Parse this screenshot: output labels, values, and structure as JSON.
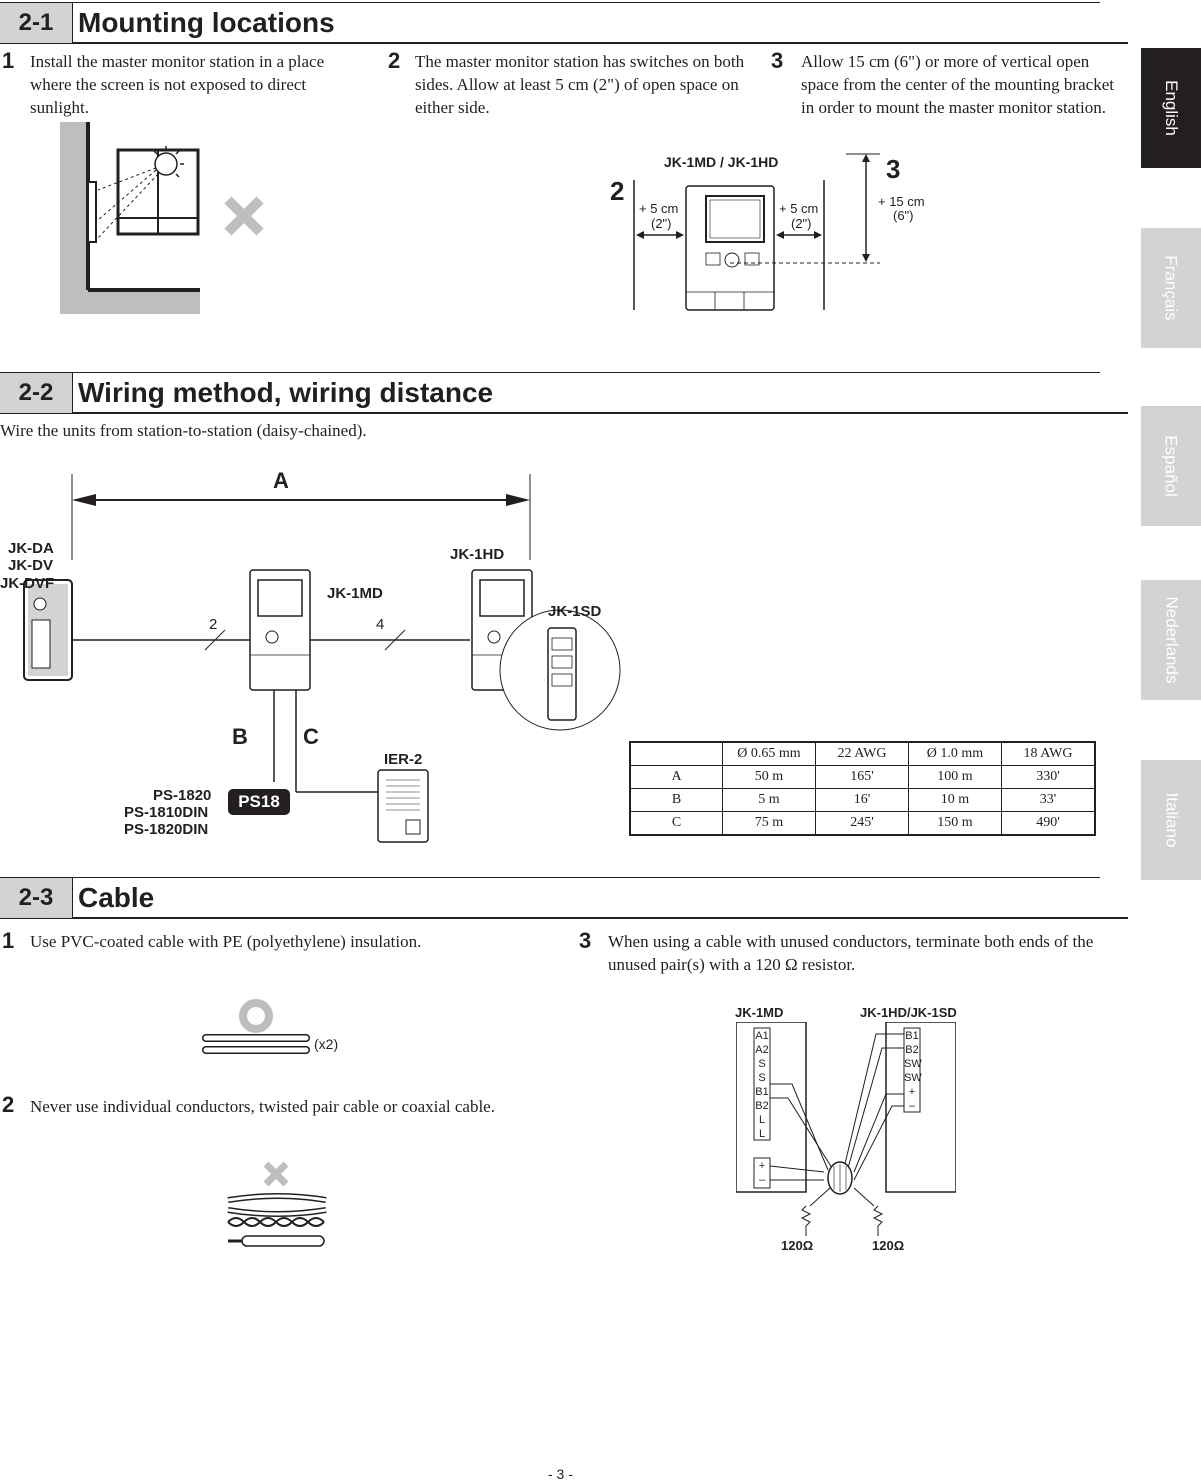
{
  "sections": {
    "s1": {
      "num": "2-1",
      "title": "Mounting locations"
    },
    "s2": {
      "num": "2-2",
      "title": "Wiring method, wiring distance"
    },
    "s3": {
      "num": "2-3",
      "title": "Cable"
    }
  },
  "mounting": {
    "step1": {
      "num": "1",
      "text": "Install the master monitor station in a place where the screen is not exposed to direct sunlight."
    },
    "step2": {
      "num": "2",
      "text": "The master monitor station has switches on both sides. Allow at least 5 cm (2\") of open space on either side."
    },
    "step3": {
      "num": "3",
      "text": "Allow 15 cm (6\") or more of vertical open space from the center of the mounting bracket in order to mount the master monitor station."
    },
    "fig": {
      "model": "JK-1MD / JK-1HD",
      "marker2": "2",
      "marker3": "3",
      "left_dim": "+ 5 cm",
      "left_dim2": "(2\")",
      "right_dim": "+ 5 cm",
      "right_dim2": "(2\")",
      "vert_dim": "+ 15 cm",
      "vert_dim2": "(6\")"
    }
  },
  "wiring": {
    "intro": "Wire the units from station-to-station (daisy-chained).",
    "labels": {
      "A": "A",
      "B": "B",
      "C": "C",
      "door1": "JK-DA",
      "door2": "JK-DV",
      "door3": "JK-DVF",
      "jk1md": "JK-1MD",
      "jk1hd": "JK-1HD",
      "jk1sd": "JK-1SD",
      "wire2": "2",
      "wire4": "4",
      "ier": "IER-2",
      "ps1": "PS-1820",
      "ps2": "PS-1810DIN",
      "ps3": "PS-1820DIN",
      "ps_badge": "PS18"
    },
    "table": {
      "headers": [
        "",
        "Ø 0.65 mm",
        "22 AWG",
        "Ø 1.0 mm",
        "18 AWG"
      ],
      "rows": [
        [
          "A",
          "50 m",
          "165'",
          "100 m",
          "330'"
        ],
        [
          "B",
          "5 m",
          "16'",
          "10 m",
          "33'"
        ],
        [
          "C",
          "75 m",
          "245'",
          "150 m",
          "490'"
        ]
      ]
    }
  },
  "cable": {
    "step1": {
      "num": "1",
      "text": "Use PVC-coated cable with PE (polyethylene) insulation."
    },
    "step2": {
      "num": "2",
      "text": "Never use individual conductors, twisted pair cable or coaxial cable."
    },
    "step3": {
      "num": "3",
      "text": "When using a cable with unused conductors, terminate both ends of the unused pair(s) with a 120 Ω resistor."
    },
    "x2": "(x2)",
    "term": {
      "left_model": "JK-1MD",
      "right_model": "JK-1HD/JK-1SD",
      "left_terms": [
        "A1",
        "A2",
        "S",
        "S",
        "B1",
        "B2",
        "L",
        "L"
      ],
      "left_power": [
        "+",
        "–"
      ],
      "right_terms": [
        "B1",
        "B2",
        "SW",
        "SW",
        "+",
        "–"
      ],
      "res1": "120Ω",
      "res2": "120Ω"
    }
  },
  "tabs": [
    "English",
    "Français",
    "Español",
    "Nederlands",
    "Italiano"
  ],
  "colors": {
    "tab_active": "#231f20",
    "tab_inactive": "#d1d3d4",
    "section_num_bg": "#d1d3d4"
  },
  "page_number": "- 3 -"
}
